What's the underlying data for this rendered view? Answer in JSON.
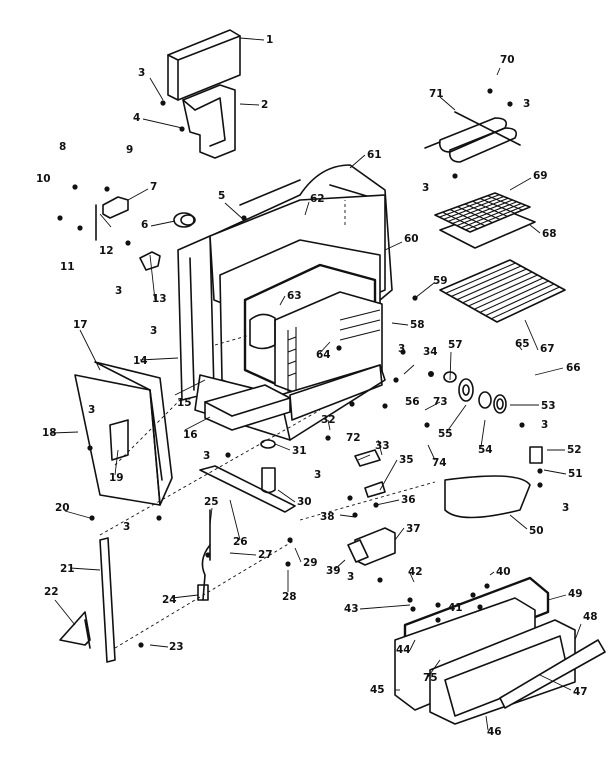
{
  "parts": [
    {
      "ref": "1"
    },
    {
      "ref": "2"
    },
    {
      "ref": "3"
    },
    {
      "ref": "4"
    },
    {
      "ref": "5"
    },
    {
      "ref": "6"
    },
    {
      "ref": "7"
    },
    {
      "ref": "8"
    },
    {
      "ref": "9"
    },
    {
      "ref": "10"
    },
    {
      "ref": "11"
    },
    {
      "ref": "12"
    },
    {
      "ref": "13"
    },
    {
      "ref": "14"
    },
    {
      "ref": "15"
    },
    {
      "ref": "16"
    },
    {
      "ref": "17"
    },
    {
      "ref": "18"
    },
    {
      "ref": "19"
    },
    {
      "ref": "20"
    },
    {
      "ref": "21"
    },
    {
      "ref": "22"
    },
    {
      "ref": "23"
    },
    {
      "ref": "24"
    },
    {
      "ref": "25"
    },
    {
      "ref": "26"
    },
    {
      "ref": "27"
    },
    {
      "ref": "28"
    },
    {
      "ref": "29"
    },
    {
      "ref": "30"
    },
    {
      "ref": "31"
    },
    {
      "ref": "32"
    },
    {
      "ref": "33"
    },
    {
      "ref": "34"
    },
    {
      "ref": "35"
    },
    {
      "ref": "36"
    },
    {
      "ref": "37"
    },
    {
      "ref": "38"
    },
    {
      "ref": "39"
    },
    {
      "ref": "40"
    },
    {
      "ref": "41"
    },
    {
      "ref": "42"
    },
    {
      "ref": "43"
    },
    {
      "ref": "44"
    },
    {
      "ref": "45"
    },
    {
      "ref": "46"
    },
    {
      "ref": "47"
    },
    {
      "ref": "48"
    },
    {
      "ref": "49"
    },
    {
      "ref": "50"
    },
    {
      "ref": "51"
    },
    {
      "ref": "52"
    },
    {
      "ref": "53"
    },
    {
      "ref": "54"
    },
    {
      "ref": "55"
    },
    {
      "ref": "56"
    },
    {
      "ref": "57"
    },
    {
      "ref": "58"
    },
    {
      "ref": "59"
    },
    {
      "ref": "60"
    },
    {
      "ref": "61"
    },
    {
      "ref": "62"
    },
    {
      "ref": "63"
    },
    {
      "ref": "64"
    },
    {
      "ref": "65"
    },
    {
      "ref": "66"
    },
    {
      "ref": "67"
    },
    {
      "ref": "68"
    },
    {
      "ref": "69"
    },
    {
      "ref": "70"
    },
    {
      "ref": "71"
    },
    {
      "ref": "72"
    },
    {
      "ref": "73"
    },
    {
      "ref": "74"
    },
    {
      "ref": "75"
    }
  ],
  "colors": {
    "ink": "#111111",
    "paper": "#ffffff"
  }
}
